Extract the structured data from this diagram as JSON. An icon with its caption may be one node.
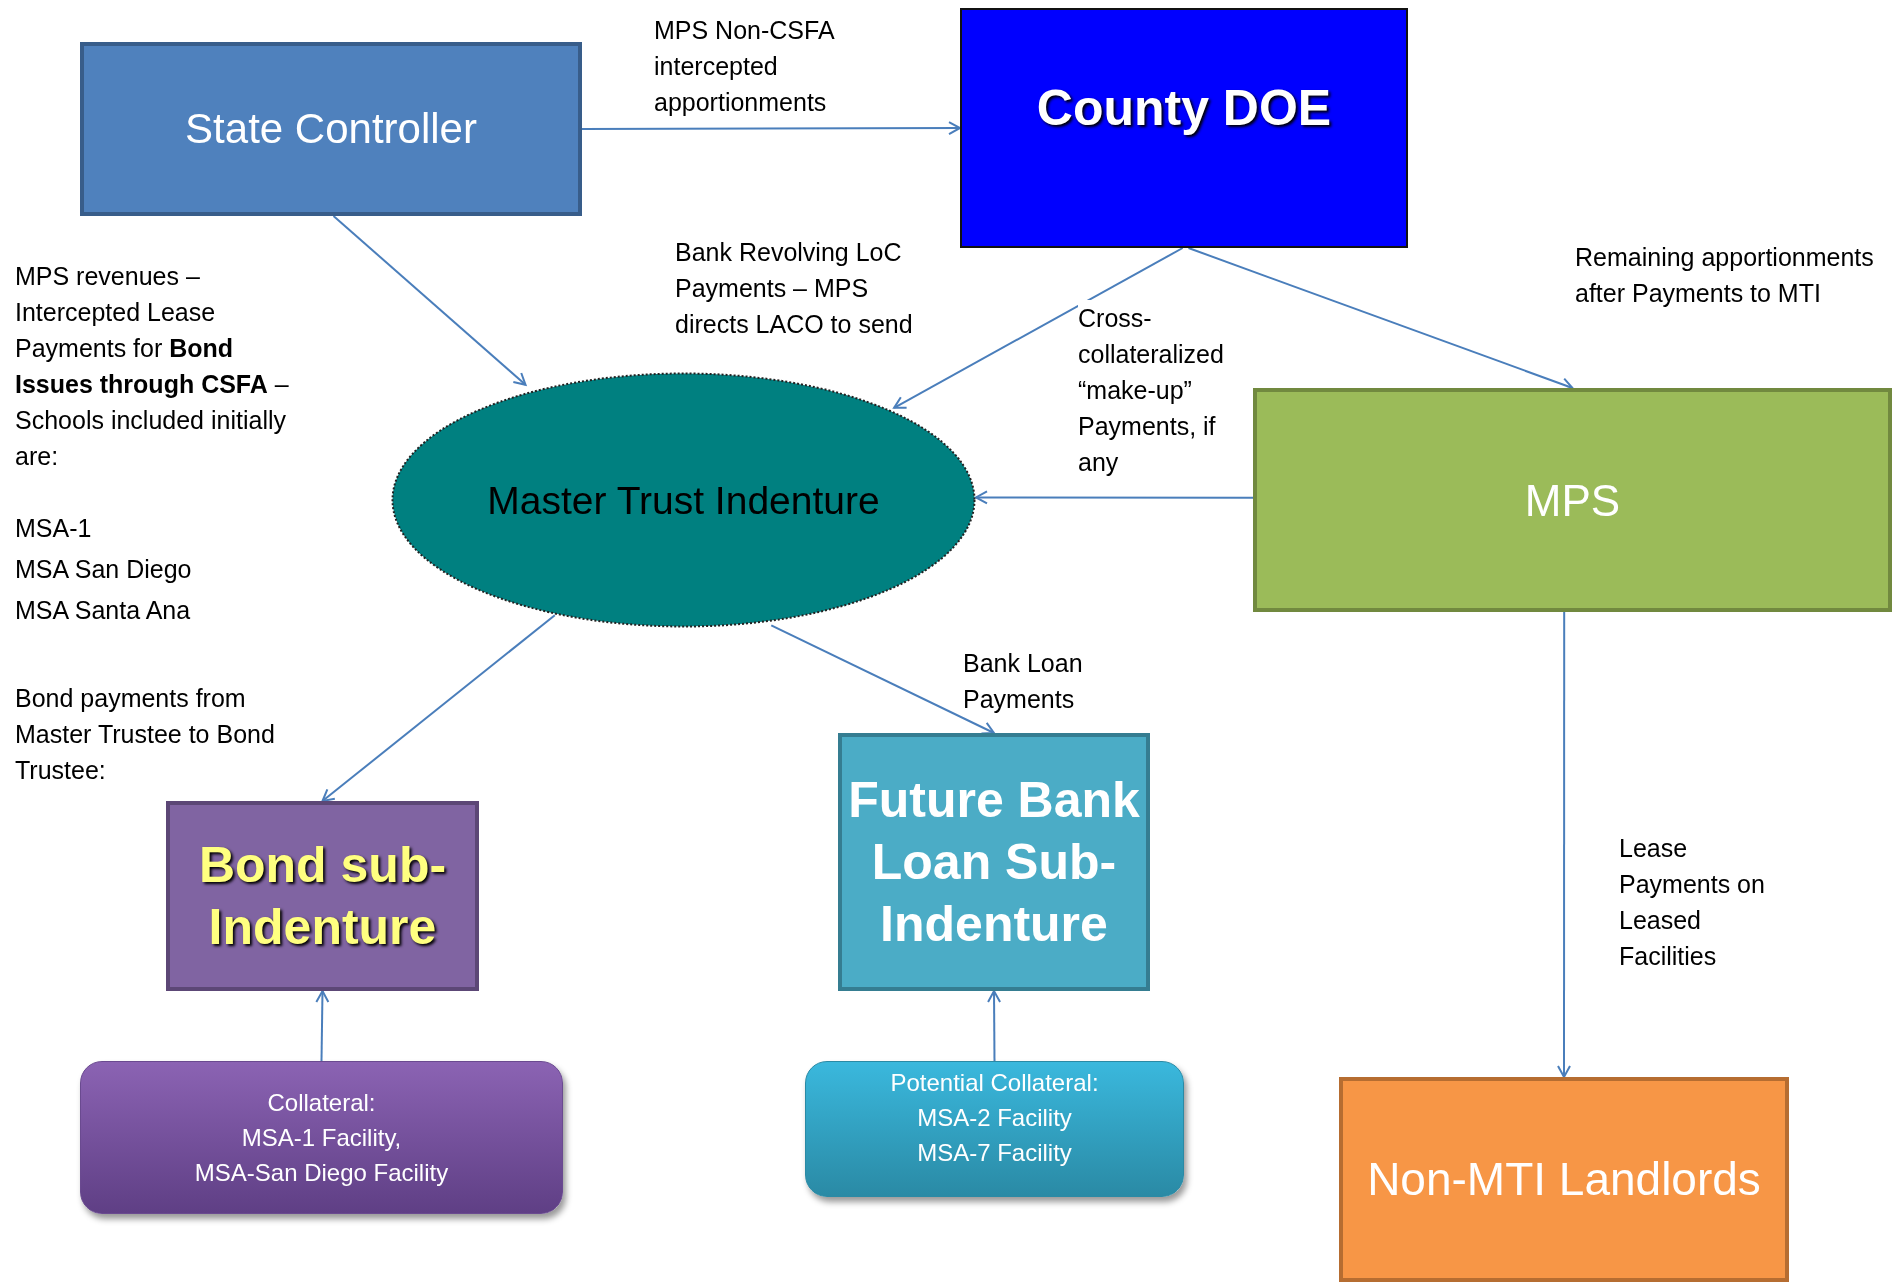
{
  "diagram": {
    "nodes": [
      {
        "text": [
          "State Controller"
        ]
      },
      {
        "text": [
          "County DOE"
        ]
      },
      {
        "text": [
          "Master Trust Indenture"
        ]
      },
      {
        "text": [
          "MPS"
        ]
      },
      {
        "text": [
          "Bond sub-Indenture"
        ]
      },
      {
        "text": [
          "Future Bank Loan Sub-Indenture"
        ]
      },
      {
        "text": [
          "Collateral:",
          "MSA-1 Facility,",
          "MSA-San Diego Facility"
        ]
      },
      {
        "text": [
          "Potential Collateral:",
          "MSA-2 Facility",
          "MSA-7 Facility"
        ]
      },
      {
        "text": [
          "Non-MTI Landlords"
        ]
      }
    ],
    "edges": [
      {
        "from": 0,
        "to": 1,
        "arrow": "to",
        "label": "MPS Non-CSFA intercepted apportionments"
      },
      {
        "from": 0,
        "to": 2,
        "arrow": "to"
      },
      {
        "from": 1,
        "to": 2,
        "arrow": "to",
        "label": "Bank Revolving LoC Payments – MPS directs LACO to send"
      },
      {
        "from": 1,
        "to": 3,
        "arrow": "to",
        "label": "Remaining apportionments after Payments to MTI"
      },
      {
        "from": 3,
        "to": 2,
        "arrow": "to",
        "label": "Cross-collateralized “make-up” Payments, if any"
      },
      {
        "from": 2,
        "to": 4,
        "arrow": "to",
        "label": "Bond payments from Master Trustee to Bond Trustee:"
      },
      {
        "from": 2,
        "to": 5,
        "arrow": "to",
        "label": "Bank Loan Payments"
      },
      {
        "from": 6,
        "to": 4,
        "arrow": "to"
      },
      {
        "from": 7,
        "to": 5,
        "arrow": "to"
      },
      {
        "from": 3,
        "to": 8,
        "arrow": "to",
        "label": "Lease Payments on Leased Facilities"
      }
    ],
    "labels": [
      "MPS revenues – Intercepted Lease Payments for **Bond Issues through CSFA** –Schools included initially are:",
      "MSA-1",
      "MSA San Diego",
      "MSA Santa Ana"
    ]
  }
}
